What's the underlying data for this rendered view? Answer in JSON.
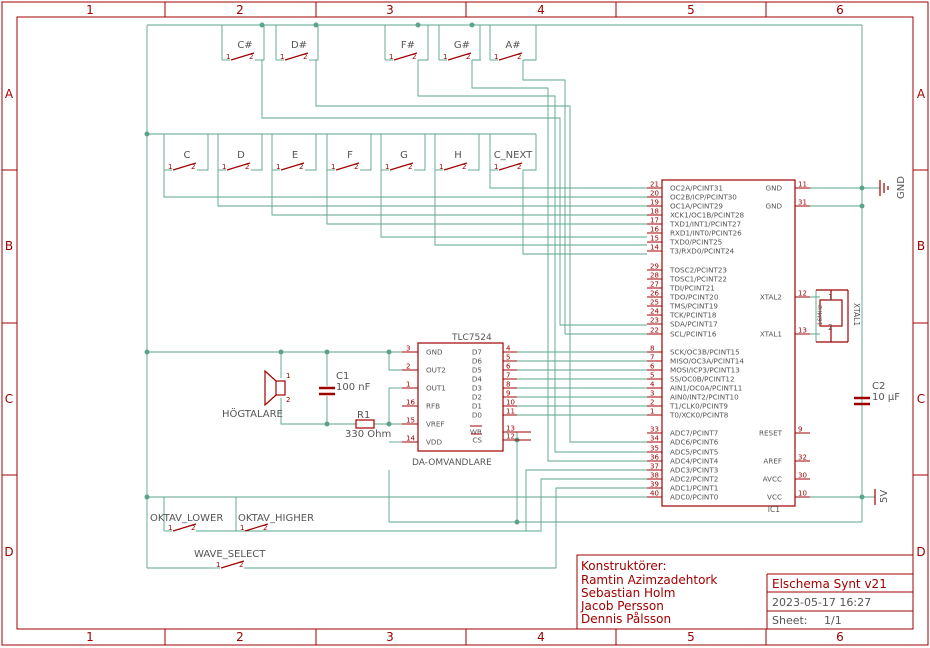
{
  "frame": {
    "columns": [
      "1",
      "2",
      "3",
      "4",
      "5",
      "6"
    ],
    "rows": [
      "A",
      "B",
      "C",
      "D"
    ]
  },
  "switches_top": [
    {
      "name": "C#",
      "pin1": "1",
      "pin2": "2"
    },
    {
      "name": "D#",
      "pin1": "1",
      "pin2": "2"
    },
    {
      "name": "F#",
      "pin1": "1",
      "pin2": "2"
    },
    {
      "name": "G#",
      "pin1": "1",
      "pin2": "2"
    },
    {
      "name": "A#",
      "pin1": "1",
      "pin2": "2"
    }
  ],
  "switches_mid": [
    {
      "name": "C",
      "pin1": "1",
      "pin2": "2"
    },
    {
      "name": "D",
      "pin1": "1",
      "pin2": "2"
    },
    {
      "name": "E",
      "pin1": "1",
      "pin2": "2"
    },
    {
      "name": "F",
      "pin1": "1",
      "pin2": "2"
    },
    {
      "name": "G",
      "pin1": "1",
      "pin2": "2"
    },
    {
      "name": "H",
      "pin1": "1",
      "pin2": "2"
    },
    {
      "name": "C_NEXT",
      "pin1": "1",
      "pin2": "2"
    }
  ],
  "switches_bottom": [
    {
      "name": "OKTAV_LOWER",
      "pin1": "1",
      "pin2": "2"
    },
    {
      "name": "OKTAV_HIGHER",
      "pin1": "1",
      "pin2": "2"
    },
    {
      "name": "WAVE_SELECT",
      "pin1": "1",
      "pin2": "2"
    }
  ],
  "mcu": {
    "name": "IC1",
    "left_pins": [
      {
        "num": "21",
        "name": "OC2A/PCINT31"
      },
      {
        "num": "20",
        "name": "OC2B/ICP/PCINT30"
      },
      {
        "num": "19",
        "name": "OC1A/PCINT29"
      },
      {
        "num": "18",
        "name": "XCK1/OC1B/PCINT28"
      },
      {
        "num": "17",
        "name": "TXD1/INT1/PCINT27"
      },
      {
        "num": "16",
        "name": "RXD1/INT0/PCINT26"
      },
      {
        "num": "15",
        "name": "TXD0/PCINT25"
      },
      {
        "num": "14",
        "name": "T3/RXD0/PCINT24"
      },
      {
        "num": "29",
        "name": "TOSC2/PCINT23"
      },
      {
        "num": "28",
        "name": "TOSC1/PCINT22"
      },
      {
        "num": "27",
        "name": "TDI/PCINT21"
      },
      {
        "num": "26",
        "name": "TDO/PCINT20"
      },
      {
        "num": "25",
        "name": "TMS/PCINT19"
      },
      {
        "num": "24",
        "name": "TCK/PCINT18"
      },
      {
        "num": "23",
        "name": "SDA/PCINT17"
      },
      {
        "num": "22",
        "name": "SCL/PCINT16"
      },
      {
        "num": "8",
        "name": "SCK/OC3B/PCINT15"
      },
      {
        "num": "7",
        "name": "MISO/OC3A/PCINT14"
      },
      {
        "num": "6",
        "name": "MOSI/ICP3/PCINT13"
      },
      {
        "num": "5",
        "name": "SS/OC0B/PCINT12"
      },
      {
        "num": "4",
        "name": "AIN1/OC0A/PCINT11"
      },
      {
        "num": "3",
        "name": "AIN0/INT2/PCINT10"
      },
      {
        "num": "2",
        "name": "T1/CLK0/PCINT9"
      },
      {
        "num": "1",
        "name": "T0/XCK0/PCINT8"
      },
      {
        "num": "33",
        "name": "ADC7/PCINT7"
      },
      {
        "num": "34",
        "name": "ADC6/PCINT6"
      },
      {
        "num": "35",
        "name": "ADC5/PCINT5"
      },
      {
        "num": "36",
        "name": "ADC4/PCINT4"
      },
      {
        "num": "37",
        "name": "ADC3/PCINT3"
      },
      {
        "num": "38",
        "name": "ADC2/PCINT2"
      },
      {
        "num": "39",
        "name": "ADC1/PCINT1"
      },
      {
        "num": "40",
        "name": "ADC0/PCINT0"
      }
    ],
    "right_pins": [
      {
        "num": "11",
        "name": "GND"
      },
      {
        "num": "31",
        "name": "GND"
      },
      {
        "num": "12",
        "name": "XTAL2"
      },
      {
        "num": "13",
        "name": "XTAL1"
      },
      {
        "num": "9",
        "name": "RESET"
      },
      {
        "num": "32",
        "name": "AREF"
      },
      {
        "num": "30",
        "name": "AVCC"
      },
      {
        "num": "10",
        "name": "VCC"
      }
    ]
  },
  "crystal": {
    "name": "XTAL1",
    "value": "16MHz",
    "pin1": "1",
    "pin2": "2"
  },
  "dac": {
    "name": "TLC7524",
    "value": "DA-OMVANDLARE",
    "left_pins": [
      {
        "num": "3",
        "name": "GND"
      },
      {
        "num": "2",
        "name": "OUT2"
      },
      {
        "num": "1",
        "name": "OUT1"
      },
      {
        "num": "16",
        "name": "RFB"
      },
      {
        "num": "15",
        "name": "VREF"
      },
      {
        "num": "14",
        "name": "VDD"
      }
    ],
    "right_pins": [
      {
        "num": "4",
        "name": "D7"
      },
      {
        "num": "5",
        "name": "D6"
      },
      {
        "num": "6",
        "name": "D5"
      },
      {
        "num": "7",
        "name": "D4"
      },
      {
        "num": "8",
        "name": "D3"
      },
      {
        "num": "9",
        "name": "D2"
      },
      {
        "num": "10",
        "name": "D1"
      },
      {
        "num": "11",
        "name": "D0"
      },
      {
        "num": "13",
        "name": "WR"
      },
      {
        "num": "12",
        "name": "CS"
      }
    ]
  },
  "c1": {
    "name": "C1",
    "value": "100 nF"
  },
  "r1": {
    "name": "R1",
    "value": "330 Ohm"
  },
  "c2": {
    "name": "C2",
    "value": "10 µF"
  },
  "speaker": {
    "name": "HÖGTALARE",
    "pin1": "1",
    "pin2": "2"
  },
  "supply": {
    "gnd": "GND",
    "vcc": "5V"
  },
  "title_block": {
    "authors_label": "Konstruktörer:",
    "authors": [
      "Ramtin Azimzadehtork",
      "Sebastian Holm",
      "Jacob Persson",
      "Dennis Pålsson"
    ],
    "title": "Elschema Synt v21",
    "date": "2023-05-17 16:27",
    "sheet_label": "Sheet:",
    "sheet_value": "1/1"
  }
}
